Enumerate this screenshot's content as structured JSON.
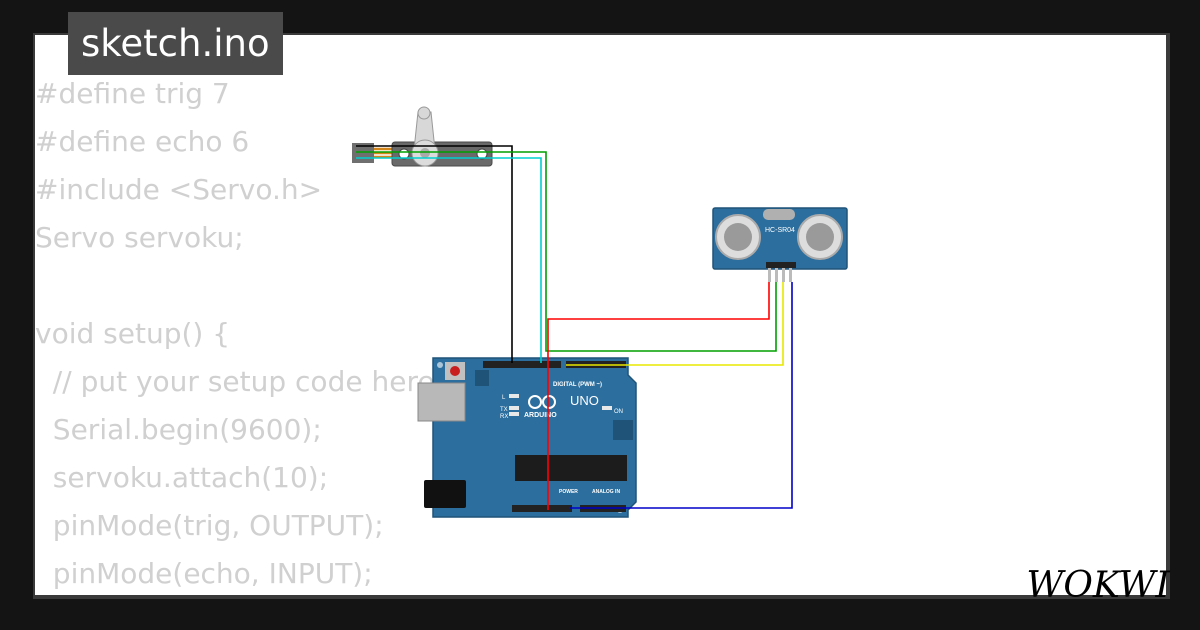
{
  "file_tab": {
    "label": "sketch.ino"
  },
  "code_lines": [
    "#define trig 7",
    "#define echo 6",
    "#include <Servo.h>",
    "Servo servoku;",
    "",
    "void setup() {",
    "  // put your setup code here, to run once:",
    "  Serial.begin(9600);",
    "  servoku.attach(10);",
    "  pinMode(trig, OUTPUT);",
    "  pinMode(echo, INPUT);"
  ],
  "components": {
    "arduino": {
      "digital_label": "DIGITAL (PWM ~)",
      "logo_text": "ARDUINO",
      "model": "UNO",
      "power_label": "POWER",
      "analog_label": "ANALOG IN",
      "on_label": "ON",
      "l_label": "L",
      "tx_label": "TX",
      "rx_label": "RX"
    },
    "sensor": {
      "model": "HC-SR04"
    }
  },
  "brand": {
    "name": "WOKWI"
  },
  "colors": {
    "background": "#141414",
    "card": "#ffffff",
    "tab": "#4a4a4a",
    "code_text": "#d0d0d0",
    "board": "#2c6e9e",
    "sensor": "#2c6e9e"
  },
  "wires": [
    {
      "color": "#000000"
    },
    {
      "color": "#00cfcf"
    },
    {
      "color": "#00a000"
    },
    {
      "color": "#ff0000"
    },
    {
      "color": "#e8e800"
    },
    {
      "color": "#0000c8"
    }
  ]
}
